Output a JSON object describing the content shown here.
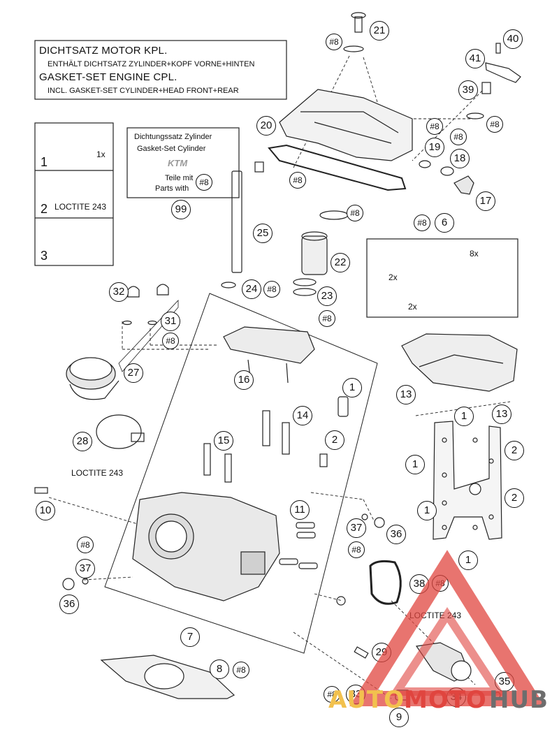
{
  "header": {
    "line1": "DICHTSATZ MOTOR KPL.",
    "line2": "ENTHÄLT DICHTSATZ ZYLINDER+KOPF VORNE+HINTEN",
    "line3": "GASKET-SET ENGINE CPL.",
    "line4": "INCL. GASKET-SET CYLINDER+HEAD FRONT+REAR"
  },
  "steps": {
    "step1": "1",
    "step1_qty": "1x",
    "step2": "2",
    "step2_loctite": "LOCTITE 243",
    "step3": "3"
  },
  "kit_box": {
    "line1": "Dichtungssatz Zylinder",
    "line2": "Gasket-Set Cylinder",
    "line3": "Teile mit",
    "line4": "Parts with",
    "ref": "#8",
    "brand": "KTM",
    "number": "99"
  },
  "gasket_inset": {
    "label": "6",
    "ref": "#8",
    "qty_8x": "8x",
    "qty_2x_a": "2x",
    "qty_2x_b": "2x"
  },
  "loctite": {
    "label_left": "LOCTITE 243",
    "label_right": "LOCTITE 243"
  },
  "callouts": {
    "c21": "21",
    "c21r": "#8",
    "c40": "40",
    "c41": "41",
    "c39": "39",
    "c39r": "#8",
    "c20": "20",
    "c20r": "#8",
    "c19": "19",
    "c19r": "#8",
    "c18": "18",
    "c18r": "#8",
    "c17": "17",
    "c25": "25",
    "c22": "22",
    "c22r": "#8",
    "c24": "24",
    "c24r": "#8",
    "c23": "23",
    "c23r": "#8",
    "c32": "32",
    "c31": "31",
    "c31r": "#8",
    "c16": "16",
    "c27": "27",
    "c28": "28",
    "c13a": "13",
    "c13b": "13",
    "c1a": "1",
    "c2a": "2",
    "c14": "14",
    "c15": "15",
    "c1b": "1",
    "c1c": "1",
    "c1d": "1",
    "c1e": "1",
    "c2b": "2",
    "c2c": "2",
    "c10": "10",
    "c11": "11",
    "c37a": "37",
    "c36a": "36",
    "c37ar": "#8",
    "c8r_left": "#8",
    "c37b": "37",
    "c36b": "36",
    "c38": "38",
    "c38r": "#8",
    "c7": "7",
    "c8": "8",
    "c8r": "#8",
    "c29": "29",
    "c35": "35",
    "c34": "34",
    "c33": "33",
    "c33r": "#8",
    "c9": "9"
  },
  "watermark": {
    "part1": "AUTO",
    "part2": "MOTO",
    "part3": "HUB"
  },
  "colors": {
    "watermark_red": "#e0453f",
    "watermark_orange": "#f2c14e",
    "watermark_gray": "#6d6d6d",
    "line": "#222222"
  }
}
